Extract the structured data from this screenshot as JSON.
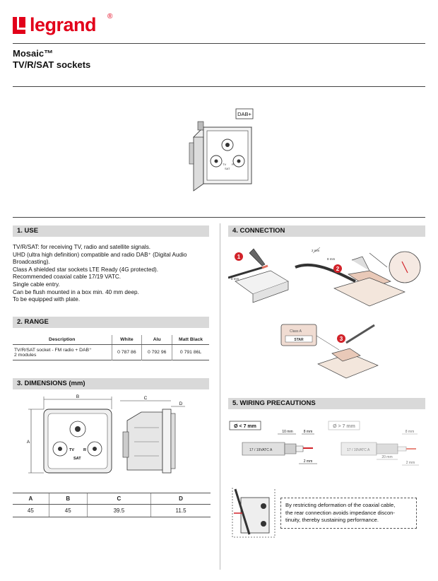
{
  "brand": {
    "name": "legrand",
    "registered_mark": "®"
  },
  "product": {
    "line": "Mosaic™",
    "title": "TV/R/SAT sockets"
  },
  "product_image": {
    "badge": "DAB+",
    "socket_labels": [
      "TV",
      "R",
      "SAT"
    ]
  },
  "sections": {
    "use": {
      "heading": "1. USE",
      "lines": [
        "TV/R/SAT: for receiving TV, radio and satellite signals.",
        "UHD (ultra high definition) compatible and radio DAB⁺ (Digital Audio",
        "Broadcasting).",
        "Class A shielded star sockets LTE Ready (4G protected).",
        "Recommended coaxial cable 17/19 VATC.",
        "Single cable entry.",
        "Can be flush mounted in a box min. 40 mm deep.",
        "To be equipped with plate."
      ]
    },
    "range": {
      "heading": "2. RANGE",
      "columns": [
        "Description",
        "White",
        "Alu",
        "Matt Black"
      ],
      "rows": [
        {
          "description_1": "TV/R/SAT socket - FM radio + DAB⁺",
          "description_2": "2 modules",
          "white": "0 787 86",
          "alu": "0 792 96",
          "matt_black": "0 791 86L"
        }
      ]
    },
    "dimensions": {
      "heading": "3. DIMENSIONS (mm)",
      "drawing_labels": {
        "a": "A",
        "b": "B",
        "c": "C",
        "d": "D",
        "tv": "TV",
        "r": "R",
        "sat": "SAT"
      },
      "columns": [
        "A",
        "B",
        "C",
        "D"
      ],
      "values": [
        "45",
        "45",
        "39.5",
        "11.5"
      ]
    },
    "connection": {
      "heading": "4. CONNECTION",
      "steps": [
        "1",
        "2",
        "3"
      ],
      "labels": {
        "dim_2mm": "2 mm",
        "dim_8mm": "8 mm",
        "class_a": "Class A",
        "star": "STAR"
      }
    },
    "wiring": {
      "heading": "5. WIRING PRECAUTIONS",
      "left": {
        "diameter": "Ø < 7 mm",
        "cable": "17 / 19VATC A",
        "dim_10mm": "10 mm",
        "dim_8mm": "8 mm",
        "dim_2mm": "2 mm"
      },
      "right": {
        "diameter": "Ø > 7 mm",
        "cable": "17 / 19VATC A",
        "dim_8mm": "8 mm",
        "dim_20mm": "20 mm",
        "dim_2mm": "2 mm"
      },
      "note_lines": [
        "By restricting deformation of the coaxial cable,",
        "the rear connection avoids impedance discon-",
        "tinuity, thereby sustaining performance."
      ]
    }
  },
  "colors": {
    "brand_red": "#e2001a",
    "section_bar": "#d9d9d9",
    "step_badge": "#d2232a"
  }
}
